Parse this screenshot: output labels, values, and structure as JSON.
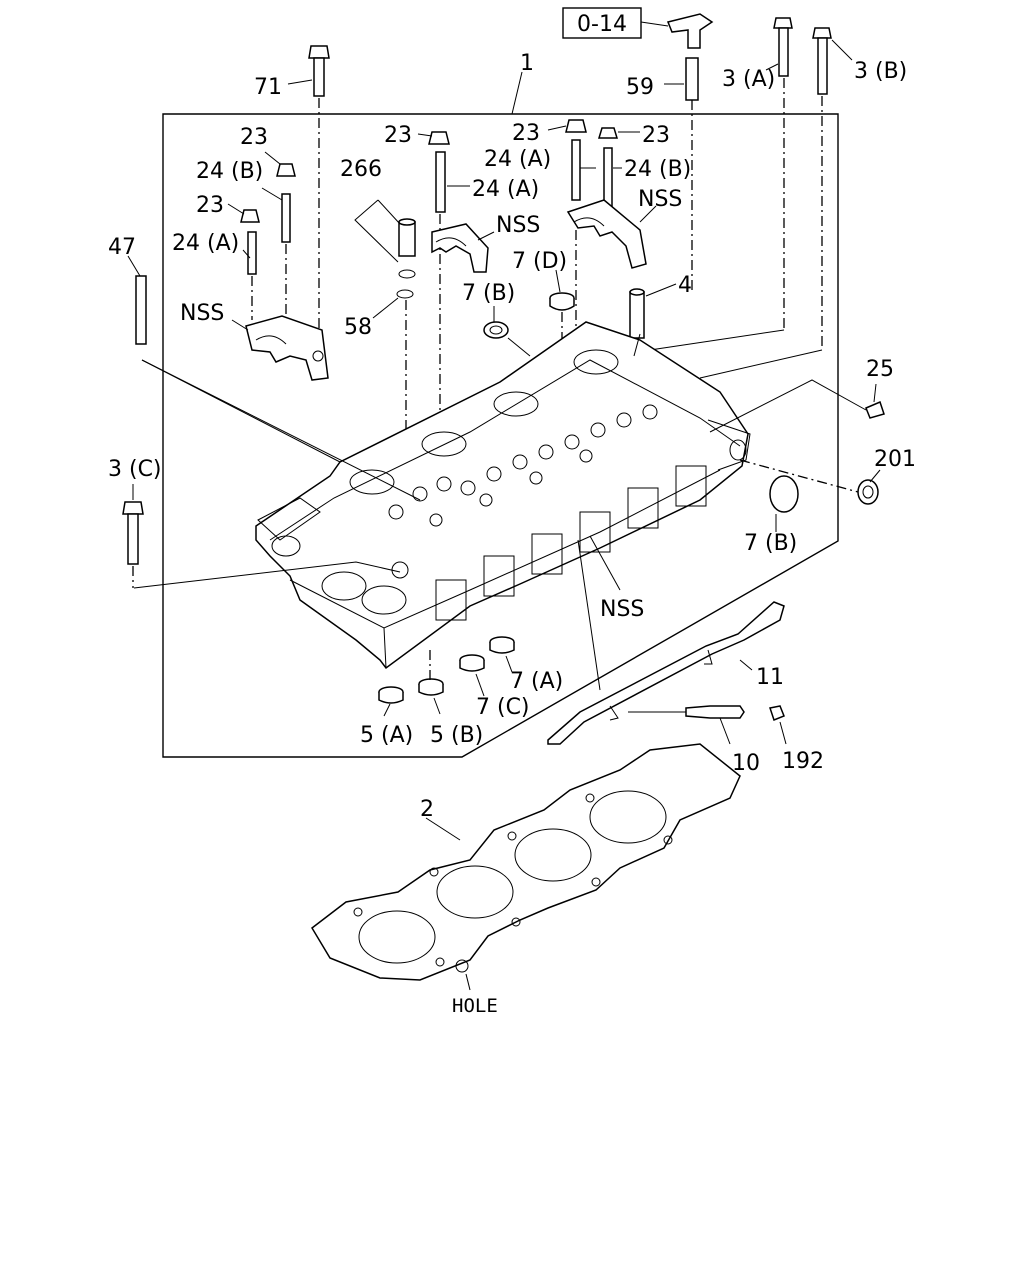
{
  "ref_box": "0-14",
  "labels": {
    "l1": "1",
    "l2": "2",
    "l3a": "3 (A)",
    "l3b": "3 (B)",
    "l3c": "3 (C)",
    "l4": "4",
    "l5a": "5 (A)",
    "l5b": "5 (B)",
    "l7a": "7 (A)",
    "l7b_top": "7 (B)",
    "l7b_right": "7 (B)",
    "l7c": "7 (C)",
    "l7d": "7 (D)",
    "l10": "10",
    "l11": "11",
    "l192": "192",
    "l201": "201",
    "l23_a": "23",
    "l23_b": "23",
    "l23_c": "23",
    "l23_d": "23",
    "l23_e": "23",
    "l24a_left": "24 (A)",
    "l24b_left": "24 (B)",
    "l24a_mid": "24 (A)",
    "l24a_right": "24 (A)",
    "l24b_right": "24 (B)",
    "l25": "25",
    "l47": "47",
    "l58": "58",
    "l59": "59",
    "l71": "71",
    "l266": "266",
    "nss_left": "NSS",
    "nss_mid": "NSS",
    "nss_right": "NSS",
    "nss_bottom": "NSS",
    "hole": "HOLE"
  }
}
